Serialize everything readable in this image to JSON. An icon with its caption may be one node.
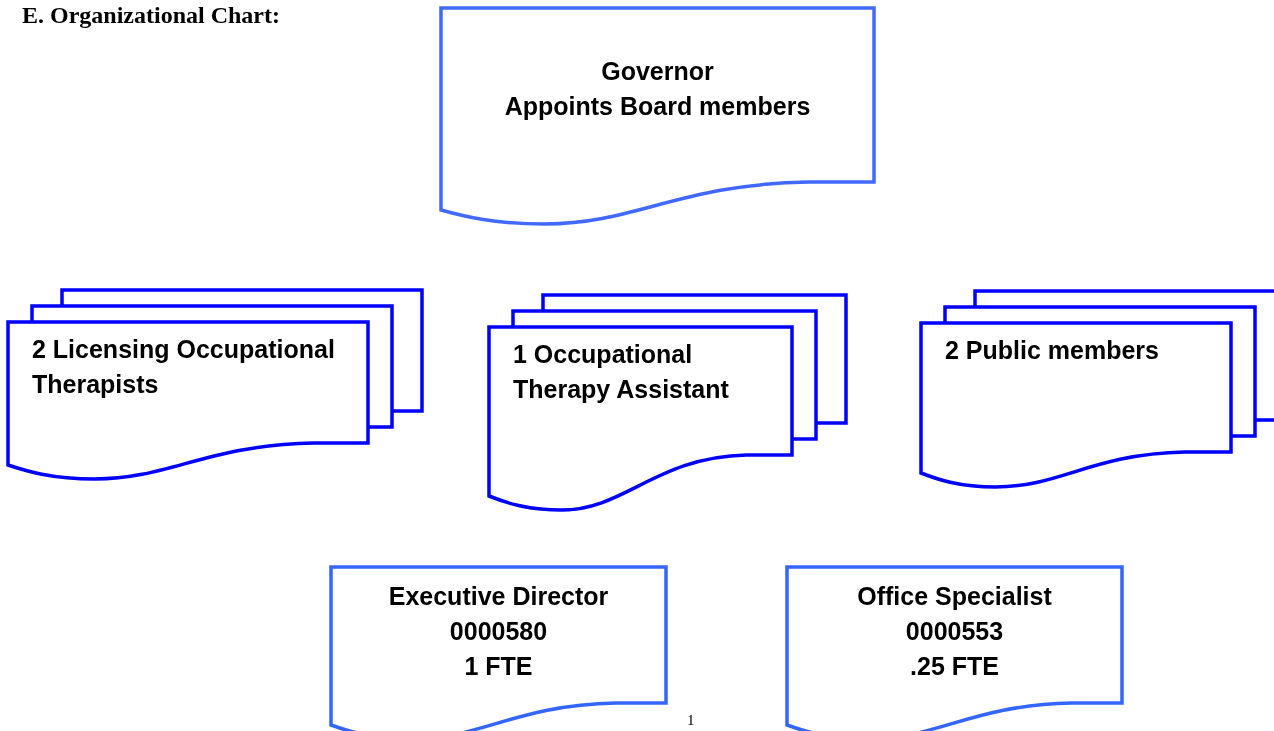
{
  "diagram": {
    "title": "E. Organizational Chart:",
    "nodes": [
      {
        "text": [
          "Governor",
          "Appoints Board members"
        ]
      },
      {
        "text": [
          "2 Licensing Occupational Therapists"
        ]
      },
      {
        "text": [
          "1 Occupational Therapy Assistant"
        ]
      },
      {
        "text": [
          "2 Public members"
        ]
      },
      {
        "text": [
          "Executive Director",
          "0000580",
          "1 FTE"
        ]
      },
      {
        "text": [
          "Office Specialist",
          "0000553",
          ".25 FTE"
        ]
      }
    ],
    "labels": [
      "1"
    ]
  }
}
